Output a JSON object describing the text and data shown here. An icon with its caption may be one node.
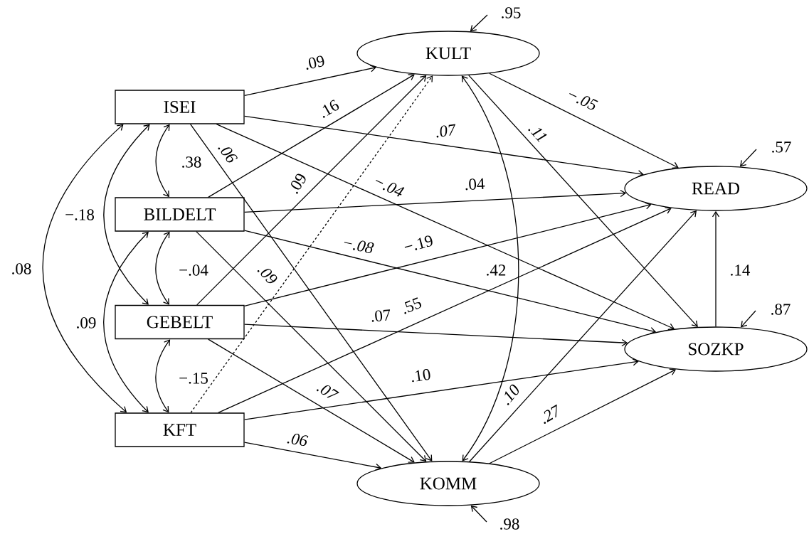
{
  "diagram": {
    "nodes": [
      {
        "text": [
          "ISEI"
        ]
      },
      {
        "text": [
          "BILDELT"
        ]
      },
      {
        "text": [
          "GEBELT"
        ]
      },
      {
        "text": [
          "KFT"
        ]
      },
      {
        "text": [
          "KULT"
        ]
      },
      {
        "text": [
          "READ"
        ]
      },
      {
        "text": [
          "SOZKP"
        ]
      },
      {
        "text": [
          "KOMM"
        ]
      }
    ],
    "edges": [
      {
        "from": 0,
        "to": 4,
        "arrow": "to",
        "label": ".09"
      },
      {
        "from": 1,
        "to": 4,
        "arrow": "to",
        "label": ".16"
      },
      {
        "from": 2,
        "to": 4,
        "arrow": "to",
        "label": ".09"
      },
      {
        "from": 3,
        "to": 4,
        "arrow": "to",
        "style": "dashed"
      },
      {
        "from": 0,
        "to": 5,
        "arrow": "to",
        "label": ".07"
      },
      {
        "from": 0,
        "to": 6,
        "arrow": "to",
        "label": "−.04"
      },
      {
        "from": 0,
        "to": 7,
        "arrow": "to",
        "label": ".06"
      },
      {
        "from": 1,
        "to": 5,
        "arrow": "to",
        "label": ".04"
      },
      {
        "from": 1,
        "to": 6,
        "arrow": "to",
        "label": "−.08"
      },
      {
        "from": 1,
        "to": 7,
        "arrow": "to",
        "label": ".09"
      },
      {
        "from": 2,
        "to": 5,
        "arrow": "to",
        "label": "−.19"
      },
      {
        "from": 2,
        "to": 6,
        "arrow": "to",
        "label": ".07"
      },
      {
        "from": 2,
        "to": 7,
        "arrow": "to",
        "label": ".07"
      },
      {
        "from": 3,
        "to": 5,
        "arrow": "to",
        "label": ".55"
      },
      {
        "from": 3,
        "to": 6,
        "arrow": "to",
        "label": ".10"
      },
      {
        "from": 3,
        "to": 7,
        "arrow": "to",
        "label": ".06"
      },
      {
        "from": 4,
        "to": 5,
        "arrow": "to",
        "label": "−.05"
      },
      {
        "from": 4,
        "to": 6,
        "arrow": "to",
        "label": ".11"
      },
      {
        "from": 4,
        "to": 7,
        "arrow": "both",
        "label": ".42"
      },
      {
        "from": 7,
        "to": 5,
        "arrow": "to",
        "label": ".10"
      },
      {
        "from": 7,
        "to": 6,
        "arrow": "to",
        "label": ".27"
      },
      {
        "from": 6,
        "to": 5,
        "arrow": "to",
        "label": ".14"
      },
      {
        "from": 0,
        "to": 1,
        "arrow": "both",
        "label": ".38"
      },
      {
        "from": 1,
        "to": 2,
        "arrow": "both",
        "label": "−.04"
      },
      {
        "from": 2,
        "to": 3,
        "arrow": "both",
        "label": "−.15"
      },
      {
        "from": 0,
        "to": 2,
        "arrow": "both",
        "label": "−.18"
      },
      {
        "from": 1,
        "to": 3,
        "arrow": "both",
        "label": ".09"
      },
      {
        "from": 0,
        "to": 3,
        "arrow": "both",
        "label": ".08"
      },
      {
        "from": null,
        "to": 4,
        "arrow": "to",
        "label": ".95"
      },
      {
        "from": null,
        "to": 5,
        "arrow": "to",
        "label": ".57"
      },
      {
        "from": null,
        "to": 6,
        "arrow": "to",
        "label": ".87"
      },
      {
        "from": null,
        "to": 7,
        "arrow": "to",
        "label": ".98"
      }
    ]
  }
}
